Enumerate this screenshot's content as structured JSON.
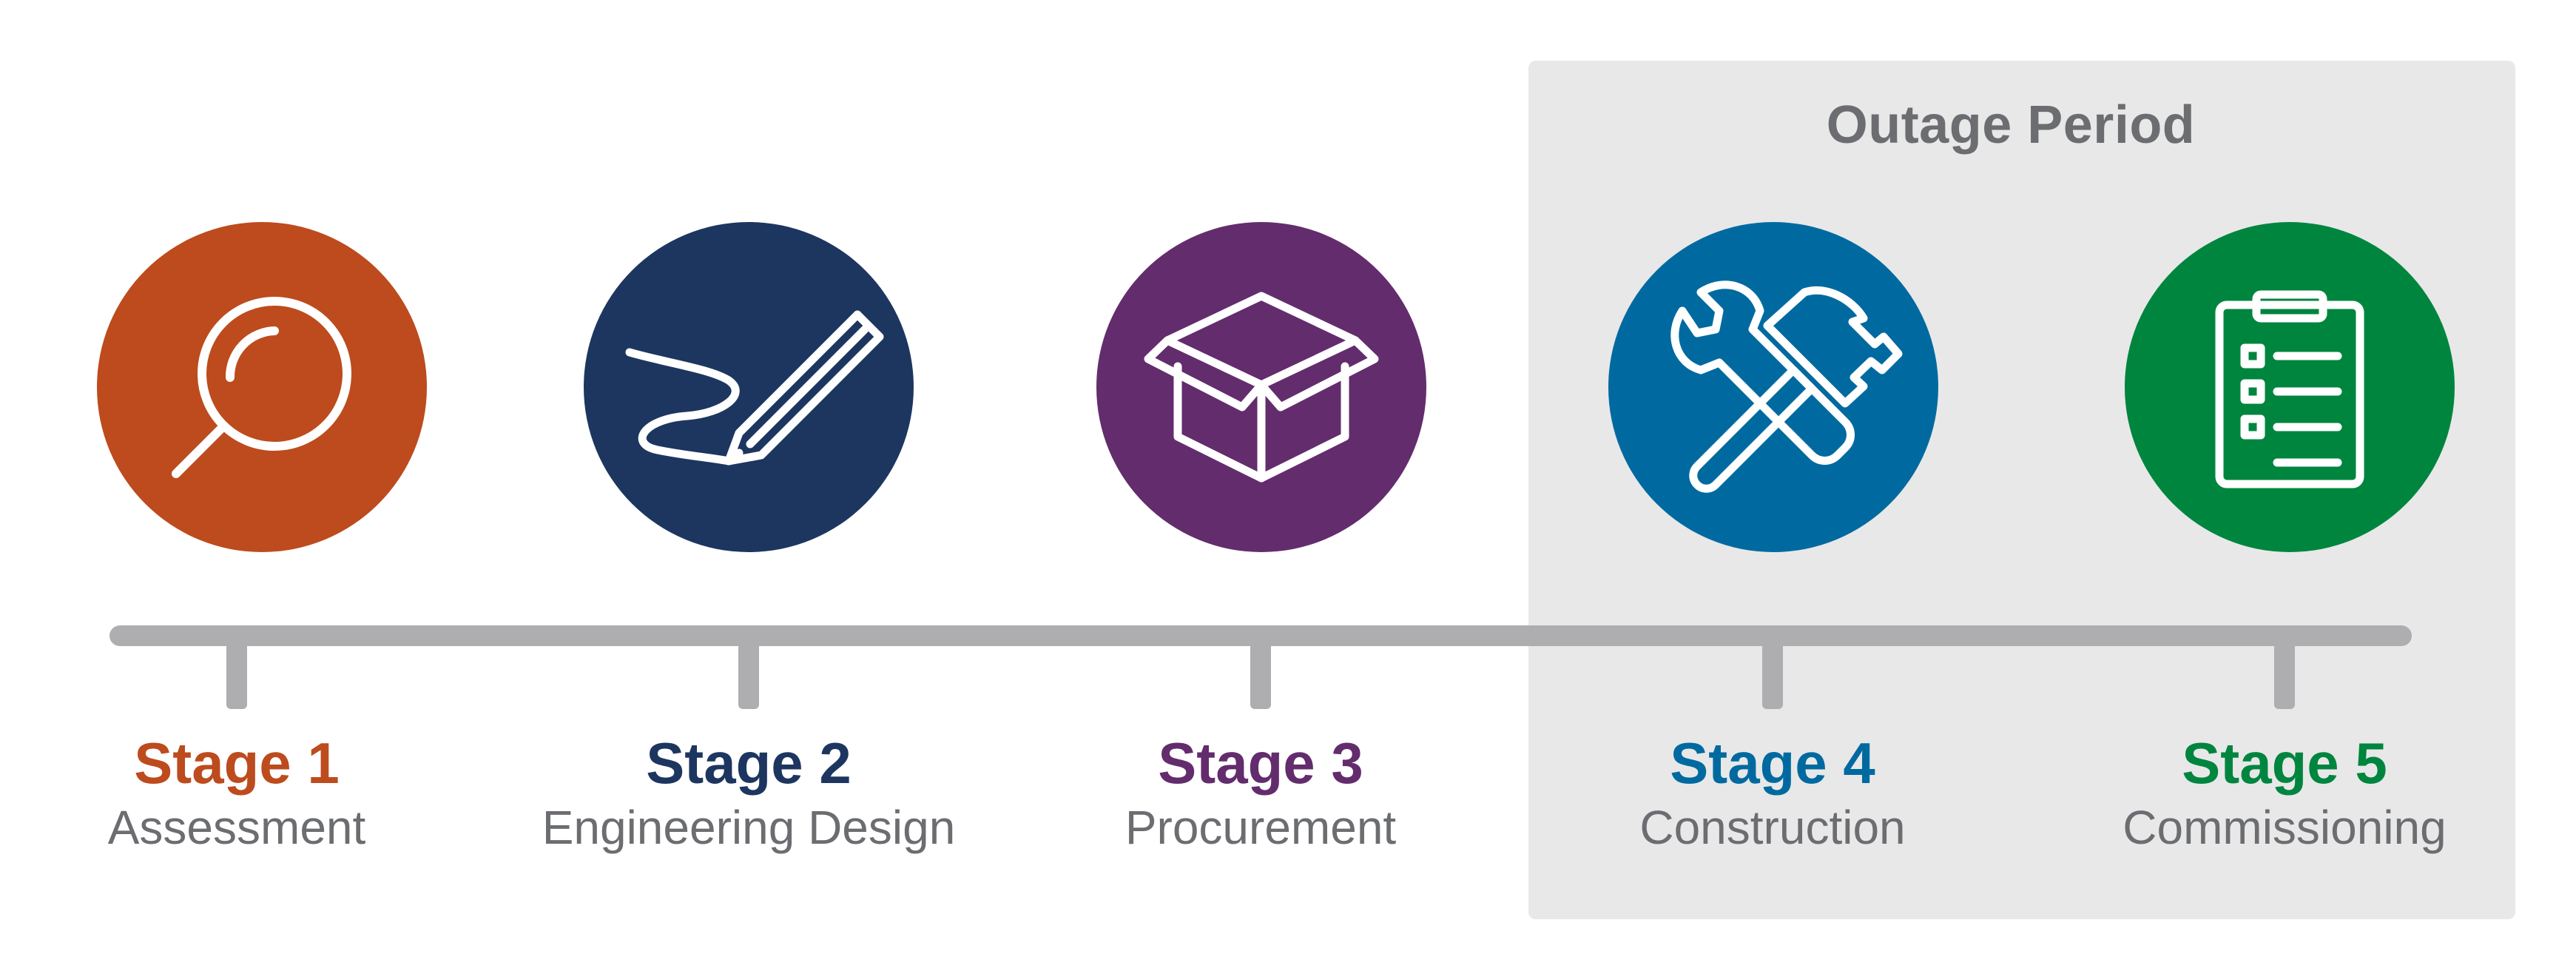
{
  "outage": {
    "title": "Outage Period"
  },
  "stages": [
    {
      "label": "Stage 1",
      "name": "Assessment",
      "color": "#bd4b1d",
      "icon": "magnifying-glass-icon"
    },
    {
      "label": "Stage 2",
      "name": "Engineering Design",
      "color": "#1d3660",
      "icon": "pen-signature-icon"
    },
    {
      "label": "Stage 3",
      "name": "Procurement",
      "color": "#632c6d",
      "icon": "open-box-icon"
    },
    {
      "label": "Stage 4",
      "name": "Construction",
      "color": "#006aa0",
      "icon": "wrench-hammer-icon"
    },
    {
      "label": "Stage 5",
      "name": "Commissioning",
      "color": "#00853f",
      "icon": "clipboard-checklist-icon"
    }
  ],
  "colors": {
    "timeline": "#aeaeb1",
    "outage_background": "#e8e8e9",
    "subtitle_text": "#6c6d70"
  }
}
